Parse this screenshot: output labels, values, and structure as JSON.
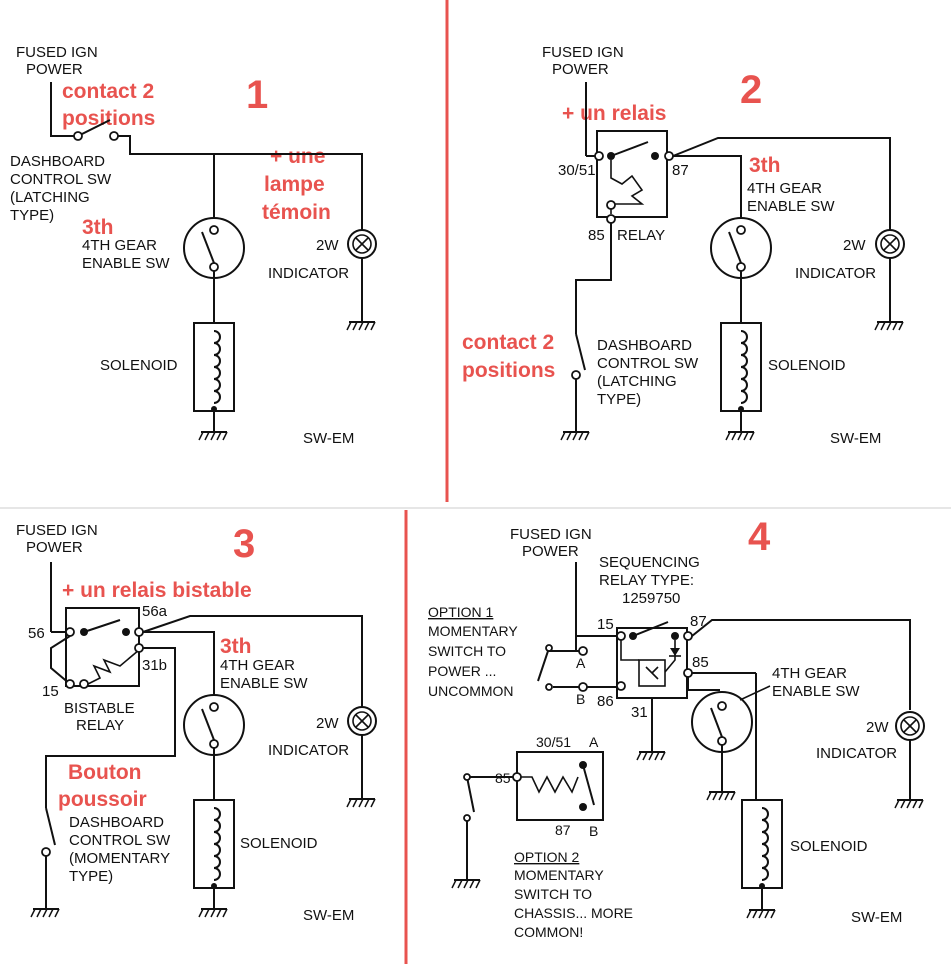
{
  "colors": {
    "annotation": "#e8534f",
    "line": "#111111",
    "background": "#ffffff"
  },
  "panel1": {
    "number": "1",
    "fused_line1": "FUSED IGN",
    "fused_line2": "POWER",
    "red_contact_1": "contact 2",
    "red_contact_2": "positions",
    "dash_1": "DASHBOARD",
    "dash_2": "CONTROL SW",
    "dash_3": "(LATCHING",
    "dash_4": "TYPE)",
    "red_3th": "3th",
    "gear_1": "4TH GEAR",
    "gear_2": "ENABLE SW",
    "red_lamp_1": "+ une",
    "red_lamp_2": "lampe",
    "red_lamp_3": "témoin",
    "watt": "2W",
    "indicator": "INDICATOR",
    "solenoid": "SOLENOID",
    "code": "SW-EM"
  },
  "panel2": {
    "number": "2",
    "fused_line1": "FUSED IGN",
    "fused_line2": "POWER",
    "red_relay": "+ un relais",
    "pin_3051": "30/51",
    "pin_87": "87",
    "pin_85": "85",
    "relay": "RELAY",
    "red_3th": "3th",
    "gear_1": "4TH GEAR",
    "gear_2": "ENABLE SW",
    "watt": "2W",
    "indicator": "INDICATOR",
    "red_contact_1": "contact 2",
    "red_contact_2": "positions",
    "dash_1": "DASHBOARD",
    "dash_2": "CONTROL SW",
    "dash_3": "(LATCHING",
    "dash_4": "TYPE)",
    "solenoid": "SOLENOID",
    "code": "SW-EM"
  },
  "panel3": {
    "number": "3",
    "fused_line1": "FUSED IGN",
    "fused_line2": "POWER",
    "red_relay": "+ un relais bistable",
    "pin_56": "56",
    "pin_56a": "56a",
    "pin_31b": "31b",
    "pin_15": "15",
    "relay_1": "BISTABLE",
    "relay_2": "RELAY",
    "red_3th": "3th",
    "gear_1": "4TH GEAR",
    "gear_2": "ENABLE SW",
    "watt": "2W",
    "indicator": "INDICATOR",
    "red_button_1": "Bouton",
    "red_button_2": "poussoir",
    "dash_1": "DASHBOARD",
    "dash_2": "CONTROL SW",
    "dash_3": "(MOMENTARY",
    "dash_4": "TYPE)",
    "solenoid": "SOLENOID",
    "code": "SW-EM"
  },
  "panel4": {
    "number": "4",
    "fused_line1": "FUSED IGN",
    "fused_line2": "POWER",
    "seq_1": "SEQUENCING",
    "seq_2": "RELAY TYPE:",
    "seq_3": "1259750",
    "opt1_title": "OPTION 1",
    "opt1_1": "MOMENTARY",
    "opt1_2": "SWITCH TO",
    "opt1_3": "POWER ...",
    "opt1_4": "UNCOMMON",
    "pin_15": "15",
    "pin_87": "87",
    "pin_85": "85",
    "pin_86": "86",
    "pin_31": "31",
    "term_a": "A",
    "term_b": "B",
    "gear_1": "4TH GEAR",
    "gear_2": "ENABLE SW",
    "watt": "2W",
    "indicator": "INDICATOR",
    "pin_3051": "30/51",
    "box_a": "A",
    "box_85": "85",
    "box_87": "87",
    "box_b": "B",
    "opt2_title": "OPTION 2",
    "opt2_1": "MOMENTARY",
    "opt2_2": "SWITCH TO",
    "opt2_3": "CHASSIS... MORE",
    "opt2_4": "COMMON!",
    "solenoid": "SOLENOID",
    "code": "SW-EM"
  }
}
